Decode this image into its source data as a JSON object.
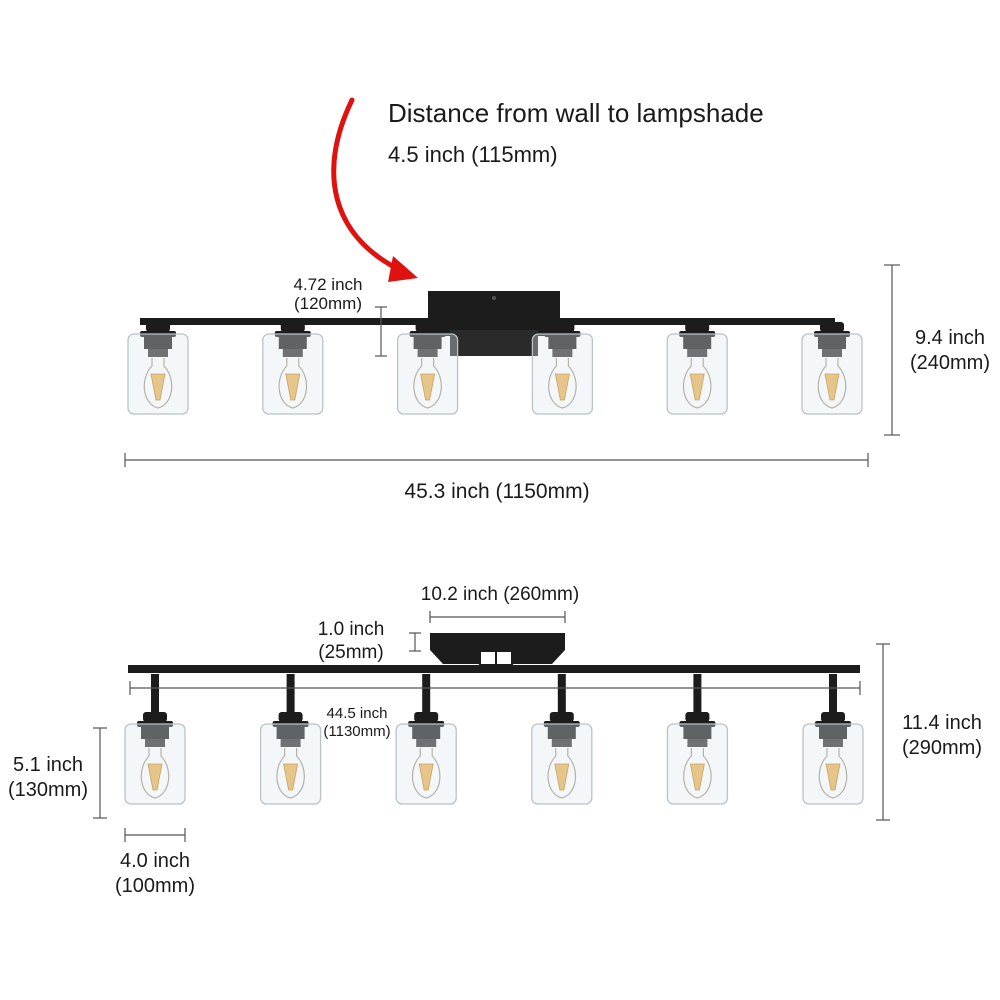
{
  "callout": {
    "title": "Distance from wall to lampshade",
    "value": "4.5 inch (115mm)",
    "arrow_color": "#e0120f"
  },
  "top_view": {
    "arm_height": {
      "line1": "4.72 inch",
      "line2": "(120mm)"
    },
    "total_height": {
      "line1": "9.4 inch",
      "line2": "(240mm)"
    },
    "total_width": "45.3 inch (1150mm)"
  },
  "bottom_view": {
    "plate_width": "10.2 inch (260mm)",
    "plate_depth": {
      "line1": "1.0 inch",
      "line2": "(25mm)"
    },
    "bar_length": {
      "line1": "44.5 inch",
      "line2": "(1130mm)"
    },
    "total_height": {
      "line1": "11.4 inch",
      "line2": "(290mm)"
    },
    "shade_height": {
      "line1": "5.1 inch",
      "line2": "(130mm)"
    },
    "shade_width": {
      "line1": "4.0 inch",
      "line2": "(100mm)"
    }
  },
  "fixture": {
    "lights": 6,
    "finish_color": "#1c1c1c",
    "glass_color": "#dce8ee"
  }
}
